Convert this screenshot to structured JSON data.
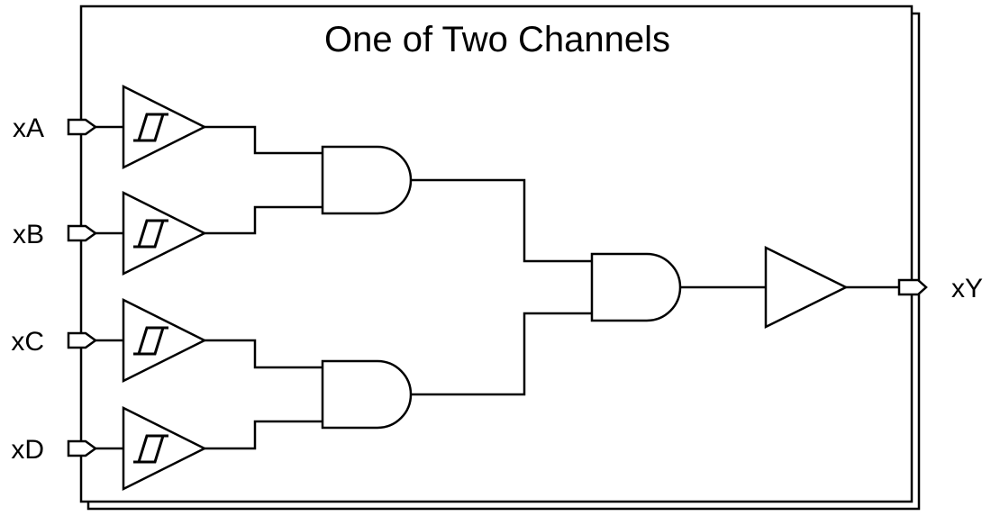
{
  "diagram": {
    "title": "One of Two Channels",
    "inputs": [
      {
        "label": "xA",
        "buffer": "schmitt-trigger-buffer"
      },
      {
        "label": "xB",
        "buffer": "schmitt-trigger-buffer"
      },
      {
        "label": "xC",
        "buffer": "schmitt-trigger-buffer"
      },
      {
        "label": "xD",
        "buffer": "schmitt-trigger-buffer"
      }
    ],
    "output_label": "xY",
    "gates": [
      {
        "name": "and-gate-1",
        "type": "AND",
        "inputs": [
          "xA",
          "xB"
        ]
      },
      {
        "name": "and-gate-2",
        "type": "AND",
        "inputs": [
          "xC",
          "xD"
        ]
      },
      {
        "name": "and-gate-3",
        "type": "AND",
        "inputs": [
          "and-gate-1",
          "and-gate-2"
        ]
      }
    ],
    "output_buffer": {
      "type": "buffer",
      "input": "and-gate-3",
      "output": "xY"
    },
    "colors": {
      "line": "#000000",
      "background": "#ffffff"
    }
  }
}
